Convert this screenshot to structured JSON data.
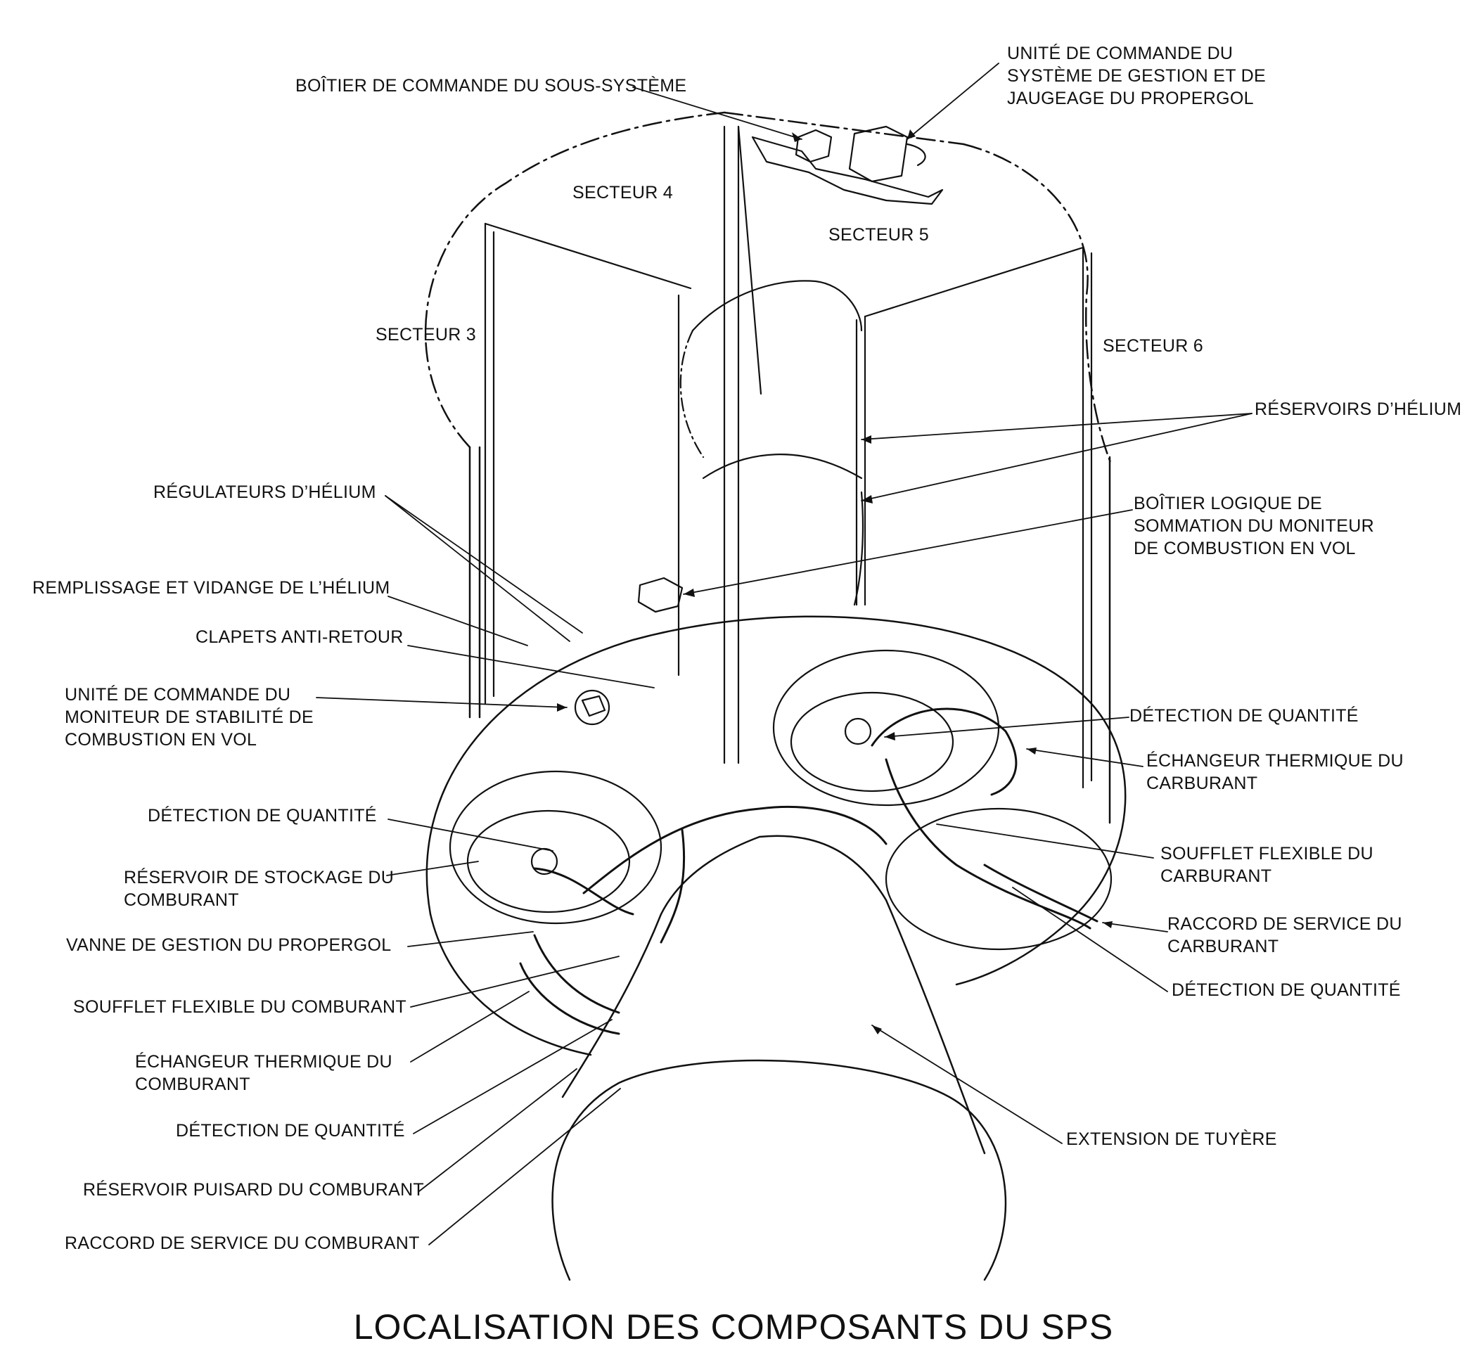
{
  "title": "LOCALISATION DES COMPOSANTS DU SPS",
  "labels": {
    "boitier_sous_systeme": [
      "BOÎTIER DE COMMANDE DU SOUS-SYSTÈME"
    ],
    "unite_gestion_jaugeage": [
      "UNITÉ DE COMMANDE DU",
      "SYSTÈME DE GESTION ET DE",
      "JAUGEAGE DU PROPERGOL"
    ],
    "secteur_3": [
      "SECTEUR 3"
    ],
    "secteur_4": [
      "SECTEUR 4"
    ],
    "secteur_5": [
      "SECTEUR 5"
    ],
    "secteur_6": [
      "SECTEUR 6"
    ],
    "reservoirs_helium": [
      "RÉSERVOIRS D’HÉLIUM"
    ],
    "regulateurs_helium": [
      "RÉGULATEURS D’HÉLIUM"
    ],
    "boitier_logique": [
      "BOÎTIER LOGIQUE DE",
      "SOMMATION DU MONITEUR",
      "DE COMBUSTION EN VOL"
    ],
    "remplissage_helium": [
      "REMPLISSAGE ET VIDANGE DE L’HÉLIUM"
    ],
    "clapets": [
      "CLAPETS ANTI-RETOUR"
    ],
    "unite_stabilite": [
      "UNITÉ DE COMMANDE DU",
      "MONITEUR DE STABILITÉ DE",
      "COMBUSTION EN VOL"
    ],
    "detection_quantite_right_top": [
      "DÉTECTION DE QUANTITÉ"
    ],
    "echangeur_carburant": [
      "ÉCHANGEUR THERMIQUE DU",
      "CARBURANT"
    ],
    "detection_quantite_left_top": [
      "DÉTECTION DE QUANTITÉ"
    ],
    "soufflet_carburant": [
      "SOUFFLET FLEXIBLE DU",
      "CARBURANT"
    ],
    "reservoir_stockage_comburant": [
      "RÉSERVOIR DE STOCKAGE DU",
      "COMBURANT"
    ],
    "raccord_carburant": [
      "RACCORD DE SERVICE DU",
      "CARBURANT"
    ],
    "vanne_gestion": [
      "VANNE DE GESTION DU PROPERGOL"
    ],
    "detection_quantite_right_bottom": [
      "DÉTECTION DE QUANTITÉ"
    ],
    "soufflet_comburant": [
      "SOUFFLET FLEXIBLE DU COMBURANT"
    ],
    "echangeur_comburant": [
      "ÉCHANGEUR THERMIQUE DU",
      "COMBURANT"
    ],
    "detection_quantite_left_bottom": [
      "DÉTECTION DE QUANTITÉ"
    ],
    "extension_tuyere": [
      "EXTENSION DE TUYÈRE"
    ],
    "reservoir_puisard": [
      "RÉSERVOIR PUISARD DU COMBURANT"
    ],
    "raccord_comburant": [
      "RACCORD DE SERVICE DU COMBURANT"
    ]
  }
}
